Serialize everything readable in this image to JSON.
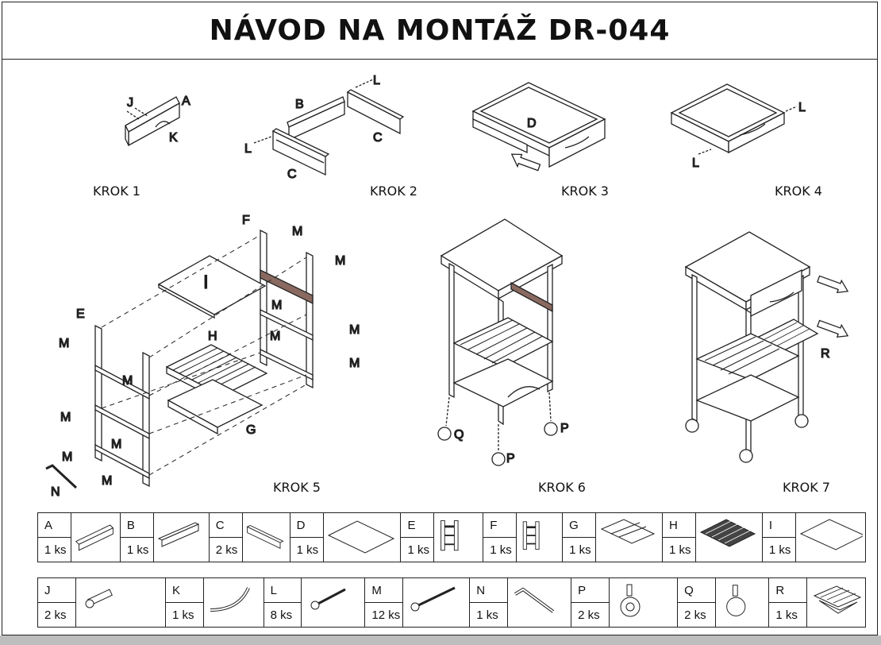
{
  "title": "NÁVOD NA MONTÁŽ  DR-044",
  "steps": [
    "KROK 1",
    "KROK 2",
    "KROK 3",
    "KROK 4",
    "KROK 5",
    "KROK 6",
    "KROK 7"
  ],
  "labels": {
    "k1": [
      "J",
      "A",
      "K"
    ],
    "k2": [
      "L",
      "B",
      "C",
      "L",
      "C"
    ],
    "k3": [
      "D"
    ],
    "k4": [
      "L",
      "L"
    ],
    "k5": [
      "F",
      "M",
      "M",
      "I",
      "E",
      "M",
      "H",
      "M",
      "M",
      "M",
      "M",
      "M",
      "G",
      "M",
      "M",
      "M",
      "N",
      "M"
    ],
    "k6": [
      "Q",
      "P",
      "P"
    ],
    "k7": [
      "R"
    ]
  },
  "parts_row1": [
    {
      "letter": "A",
      "qty": "1 ks",
      "icon": "plank-icon"
    },
    {
      "letter": "B",
      "qty": "1 ks",
      "icon": "board-icon"
    },
    {
      "letter": "C",
      "qty": "2 ks",
      "icon": "rail-icon"
    },
    {
      "letter": "D",
      "qty": "1 ks",
      "icon": "panel-icon"
    },
    {
      "letter": "E",
      "qty": "1 ks",
      "icon": "ladder-frame-icon"
    },
    {
      "letter": "F",
      "qty": "1 ks",
      "icon": "ladder-frame-icon"
    },
    {
      "letter": "G",
      "qty": "1 ks",
      "icon": "bottle-rack-icon"
    },
    {
      "letter": "H",
      "qty": "1 ks",
      "icon": "slatted-shelf-icon"
    },
    {
      "letter": "I",
      "qty": "1 ks",
      "icon": "top-panel-icon"
    }
  ],
  "parts_row2": [
    {
      "letter": "J",
      "qty": "2 ks",
      "icon": "bolt-icon"
    },
    {
      "letter": "K",
      "qty": "1 ks",
      "icon": "handle-icon"
    },
    {
      "letter": "L",
      "qty": "8 ks",
      "icon": "screw-icon"
    },
    {
      "letter": "M",
      "qty": "12 ks",
      "icon": "long-screw-icon"
    },
    {
      "letter": "N",
      "qty": "1 ks",
      "icon": "allen-key-icon"
    },
    {
      "letter": "P",
      "qty": "2 ks",
      "icon": "caster-brake-icon"
    },
    {
      "letter": "Q",
      "qty": "2 ks",
      "icon": "caster-icon"
    },
    {
      "letter": "R",
      "qty": "1 ks",
      "icon": "basket-icon"
    }
  ]
}
